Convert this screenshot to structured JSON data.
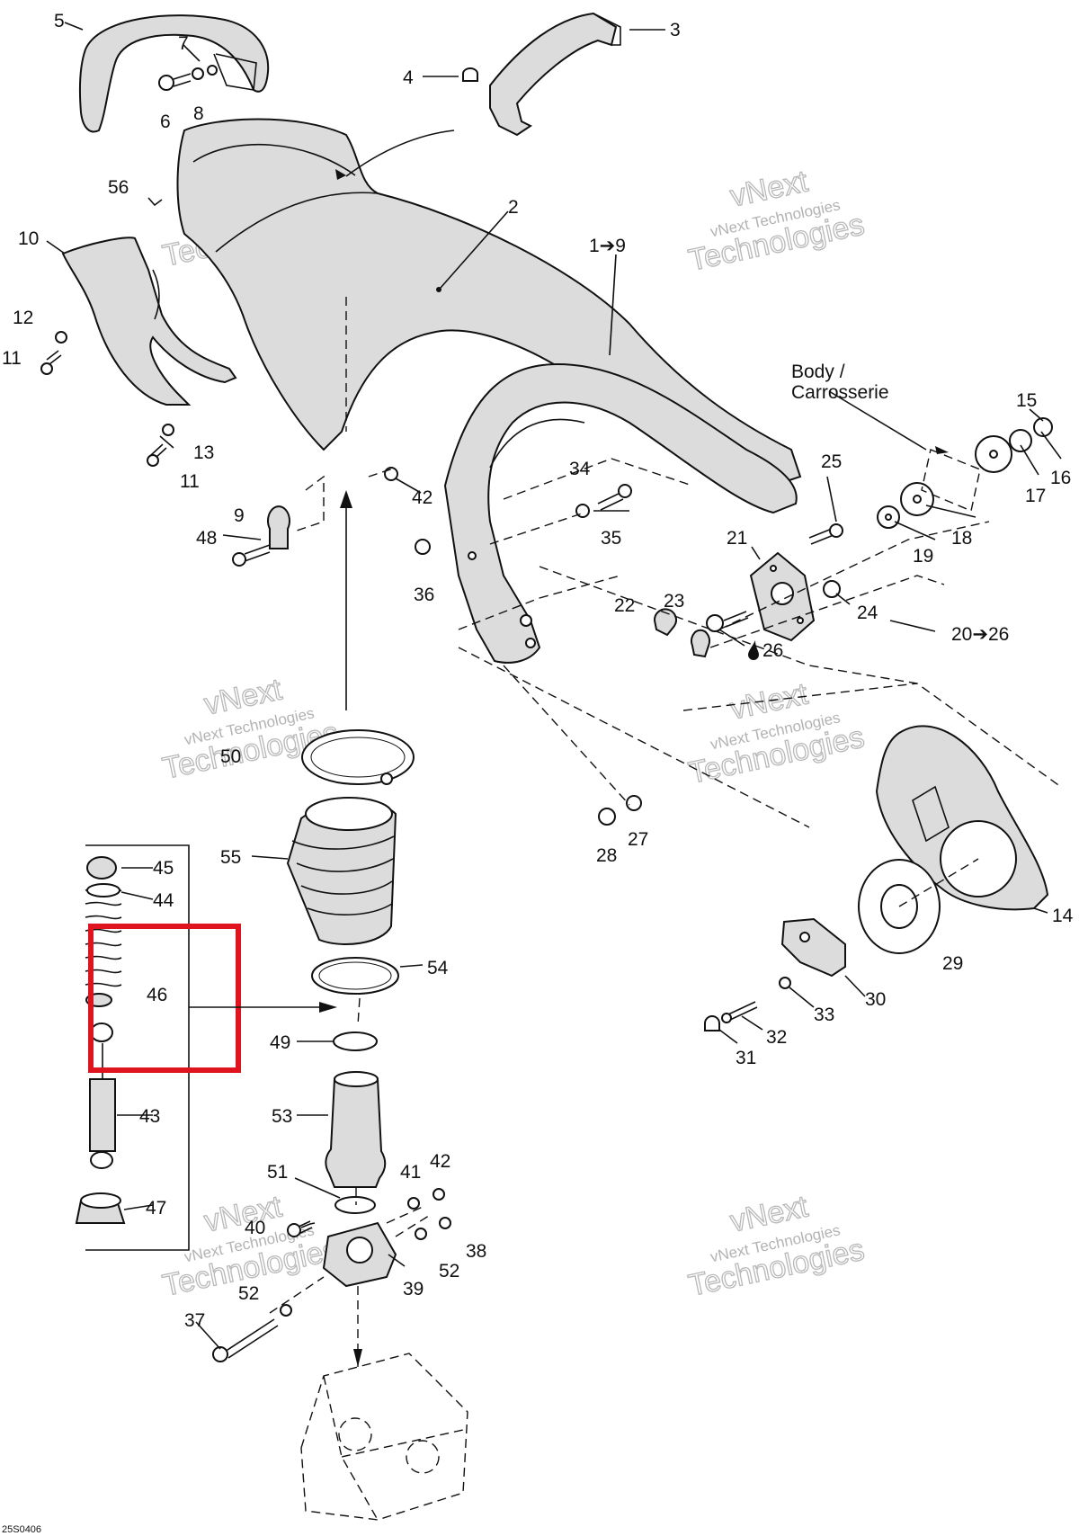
{
  "diagram": {
    "part_labels": {
      "p1_9": "1➔9",
      "p2": "2",
      "p3": "3",
      "p4": "4",
      "p5": "5",
      "p6": "6",
      "p7": "7",
      "p8": "8",
      "p9": "9",
      "p10": "10",
      "p11a": "11",
      "p11b": "11",
      "p12": "12",
      "p13": "13",
      "p14": "14",
      "p15": "15",
      "p16": "16",
      "p17": "17",
      "p18": "18",
      "p19": "19",
      "p20_26": "20➔26",
      "p21": "21",
      "p22": "22",
      "p23": "23",
      "p24": "24",
      "p25": "25",
      "p26": "26",
      "p27": "27",
      "p28": "28",
      "p29": "29",
      "p30": "30",
      "p31": "31",
      "p32": "32",
      "p33": "33",
      "p34": "34",
      "p35": "35",
      "p36": "36",
      "p37": "37",
      "p38": "38",
      "p39": "39",
      "p40": "40",
      "p41": "41",
      "p42a": "42",
      "p42b": "42",
      "p43": "43",
      "p44": "44",
      "p45": "45",
      "p46": "46",
      "p47": "47",
      "p48": "48",
      "p49": "49",
      "p50": "50",
      "p51": "51",
      "p52a": "52",
      "p52b": "52",
      "p53": "53",
      "p54": "54",
      "p55": "55",
      "p56": "56"
    },
    "body_note": {
      "line1": "Body /",
      "line2": "Carrosserie"
    },
    "watermark": {
      "line1": "vNext Technologies",
      "line2": "vNext",
      "line3": "Technologies"
    },
    "figure_code": "25S0406",
    "colors": {
      "highlight_box": "#e0141e",
      "ink": "#111111",
      "part_fill": "#dcdcdc"
    }
  }
}
